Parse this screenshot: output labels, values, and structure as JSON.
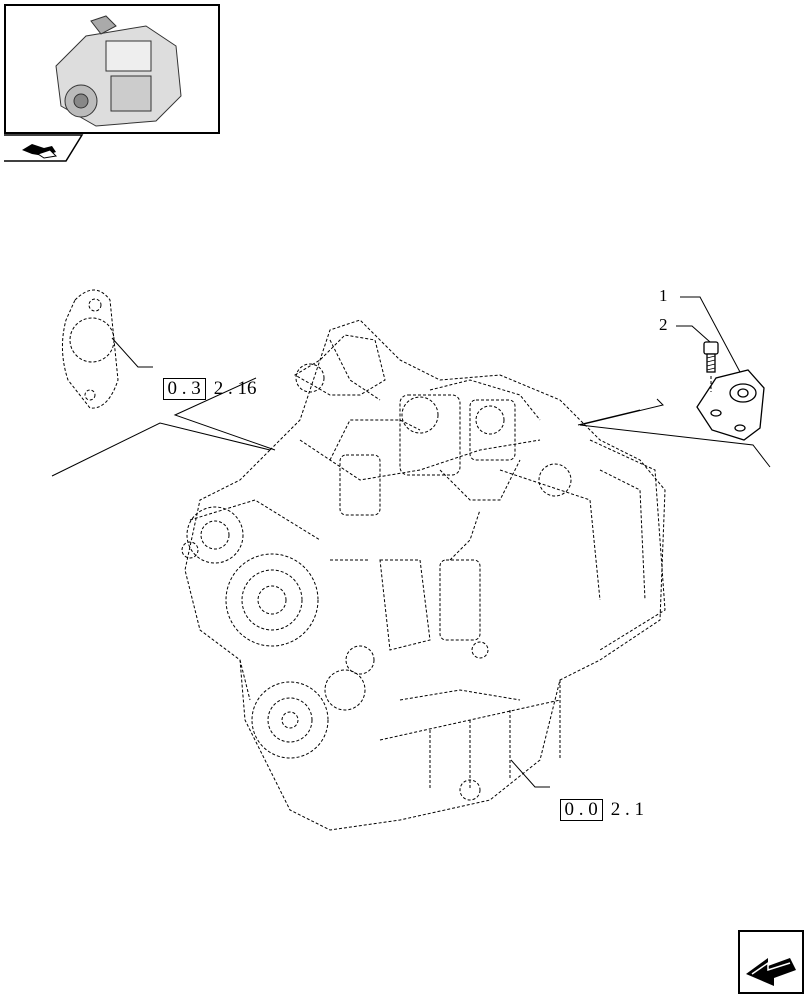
{
  "thumbnail": {
    "icon": "engine-thumbnail-icon",
    "tab_icon": "book-arrow-icon"
  },
  "callouts": [
    {
      "number": "1"
    },
    {
      "number": "2"
    }
  ],
  "references": {
    "ref_a": {
      "boxed": "0 . 3",
      "rest": "2 . 16"
    },
    "ref_b": {
      "boxed": "0 . 0",
      "rest": "2 . 1"
    }
  },
  "navigation": {
    "next_icon": "next-page-arrow-icon"
  }
}
